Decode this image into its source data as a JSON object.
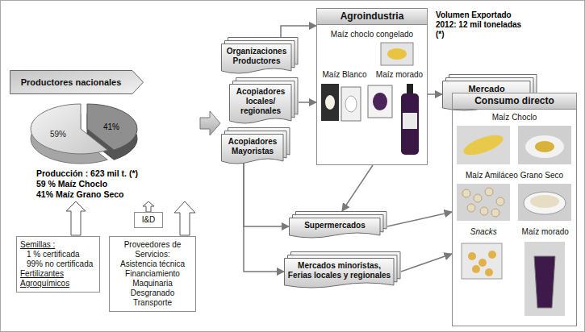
{
  "diagram": {
    "nodes": [
      {
        "text": [
          "Productores nacionales"
        ]
      },
      {
        "text": [
          "Semillas :",
          "1 % certificada",
          "99% no certificada",
          "Fertilizantes",
          "Agroquímicos"
        ]
      },
      {
        "text": [
          "I&D"
        ]
      },
      {
        "text": [
          "Proveedores de Servicios:",
          "Asistencia técnica",
          "Financiamiento",
          "Maquinaria",
          "Desgranado",
          "Transporte"
        ]
      },
      {
        "text": [
          "Organizaciones Productores"
        ]
      },
      {
        "text": [
          "Acopiadores locales/ regionales"
        ]
      },
      {
        "text": [
          "Acopiadores Mayoristas"
        ]
      },
      {
        "text": [
          "Agroindustria",
          "Maíz choclo congelado",
          "Maíz Blanco",
          "Maíz morado"
        ]
      },
      {
        "text": [
          "Mercado internacional"
        ]
      },
      {
        "text": [
          "Supermercados"
        ]
      },
      {
        "text": [
          "Mercados minoristas, Ferias locales y regionales"
        ]
      },
      {
        "text": [
          "Consumo directo",
          "Maíz Choclo",
          "Maíz Amiláceo Grano Seco",
          "Snacks",
          "Maíz morado"
        ]
      }
    ],
    "edges": [
      {
        "from": 4,
        "to": 7,
        "arrow": "to"
      },
      {
        "from": 5,
        "to": 7,
        "arrow": "to"
      },
      {
        "from": 6,
        "to": 9,
        "arrow": "to"
      },
      {
        "from": 6,
        "to": 10,
        "arrow": "to"
      },
      {
        "from": 7,
        "to": 8,
        "arrow": "to"
      },
      {
        "from": 7,
        "to": 9,
        "arrow": "to"
      },
      {
        "from": 9,
        "to": 11,
        "arrow": "to"
      },
      {
        "from": 10,
        "to": 11,
        "arrow": "to"
      }
    ],
    "labels": [
      "59%",
      "41%",
      "Producción : 623 mil t. (*)",
      "59 % Maíz Choclo",
      "41% Maíz Grano Seco",
      "Volumen Exportado 2012: 12 mil toneladas (*)"
    ]
  }
}
